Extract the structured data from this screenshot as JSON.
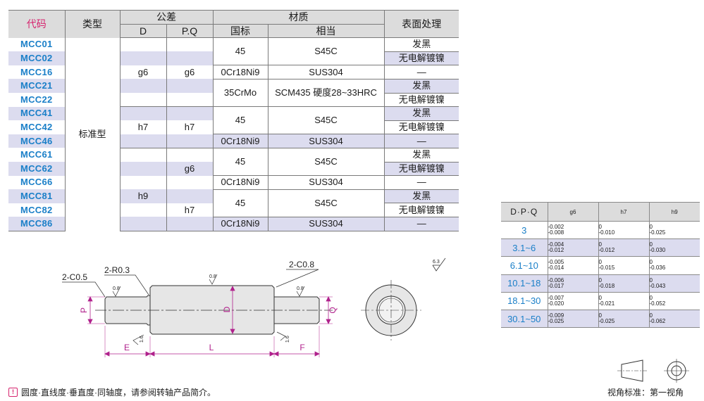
{
  "main_table": {
    "headers": {
      "code": "代码",
      "type": "类型",
      "tolerance": "公差",
      "tol_d": "D",
      "tol_pq": "P.Q",
      "material": "材质",
      "mat_gb": "国标",
      "mat_eq": "相当",
      "surface": "表面处理"
    },
    "codes": [
      "MCC01",
      "MCC02",
      "MCC16",
      "MCC21",
      "MCC22",
      "MCC41",
      "MCC42",
      "MCC46",
      "MCC61",
      "MCC62",
      "MCC66",
      "MCC81",
      "MCC82",
      "MCC86"
    ],
    "type": "标准型",
    "tol_d": [
      "g6",
      "h7",
      "h9"
    ],
    "tol_pq": [
      "g6",
      "h7",
      "g6",
      "h7"
    ],
    "mat_gb": [
      "45",
      "0Cr18Ni9",
      "35CrMo",
      "45",
      "0Cr18Ni9",
      "45",
      "0Cr18Ni9",
      "45",
      "0Cr18Ni9"
    ],
    "mat_eq": [
      "S45C",
      "SUS304",
      "SCM435 硬度28~33HRC",
      "S45C",
      "SUS304",
      "S45C",
      "SUS304",
      "S45C",
      "SUS304"
    ],
    "surface": [
      "发黑",
      "无电解镀镍",
      "—",
      "发黑",
      "无电解镀镍",
      "发黑",
      "无电解镀镍",
      "—",
      "发黑",
      "无电解镀镍",
      "—",
      "发黑",
      "无电解镀镍",
      "—"
    ]
  },
  "tol_table": {
    "headers": [
      "D·P·Q",
      "g6",
      "h7",
      "h9"
    ],
    "rows": [
      {
        "range": "3",
        "g6": [
          "-0.002",
          "-0.008"
        ],
        "h7": [
          "0",
          "-0.010"
        ],
        "h9": [
          "0",
          "-0.025"
        ]
      },
      {
        "range": "3.1~6",
        "g6": [
          "-0.004",
          "-0.012"
        ],
        "h7": [
          "0",
          "-0.012"
        ],
        "h9": [
          "0",
          "-0.030"
        ]
      },
      {
        "range": "6.1~10",
        "g6": [
          "-0.005",
          "-0.014"
        ],
        "h7": [
          "0",
          "-0.015"
        ],
        "h9": [
          "0",
          "-0.036"
        ]
      },
      {
        "range": "10.1~18",
        "g6": [
          "-0.006",
          "-0.017"
        ],
        "h7": [
          "0",
          "-0.018"
        ],
        "h9": [
          "0",
          "-0.043"
        ]
      },
      {
        "range": "18.1~30",
        "g6": [
          "-0.007",
          "-0.020"
        ],
        "h7": [
          "0",
          "-0.021"
        ],
        "h9": [
          "0",
          "-0.052"
        ]
      },
      {
        "range": "30.1~50",
        "g6": [
          "-0.009",
          "-0.025"
        ],
        "h7": [
          "0",
          "-0.025"
        ],
        "h9": [
          "0",
          "-0.062"
        ]
      }
    ]
  },
  "drawing": {
    "chamfer_left": "2-C0.5",
    "radius": "2-R0.3",
    "chamfer_right": "2-C0.8",
    "roughness_08": "0.8",
    "roughness_16": "1.6",
    "roughness_general": "6.3",
    "dim_p": "P",
    "dim_d": "D",
    "dim_q": "Q",
    "dim_e": "E",
    "dim_l": "L",
    "dim_f": "F"
  },
  "note": "圆度·直线度·垂直度·同轴度，请参阅转轴产品简介。",
  "note_icon": "exclamation-icon",
  "projection_label": "视角标准：第一视角",
  "colors": {
    "code_blue": "#1a7fc8",
    "header_pink": "#d6246e",
    "shade": "#dcdcef",
    "header_gray": "#dcdcdc"
  }
}
